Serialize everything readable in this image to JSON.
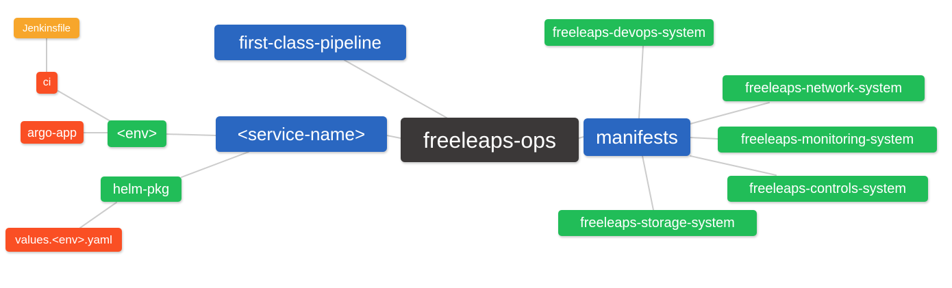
{
  "palette": {
    "background": "#FFFFFF",
    "text": "#FFFFFF",
    "edge": "#CCCCCC",
    "root": "#3B3838",
    "primary": "#2A67C1",
    "success": "#21BD58",
    "danger": "#FA4F24",
    "warning": "#F7A62B"
  },
  "diagram": {
    "type": "mindmap",
    "nodes": {
      "freeleaps_ops": {
        "label": "freeleaps-ops",
        "role": "root"
      },
      "first_class_pipeline": {
        "label": "first-class-pipeline",
        "role": "primary"
      },
      "service_name": {
        "label": "<service-name>",
        "role": "primary"
      },
      "manifests": {
        "label": "manifests",
        "role": "primary"
      },
      "env": {
        "label": "<env>",
        "role": "success"
      },
      "helm_pkg": {
        "label": "helm-pkg",
        "role": "success"
      },
      "ci": {
        "label": "ci",
        "role": "danger"
      },
      "argo_app": {
        "label": "argo-app",
        "role": "danger"
      },
      "jenkinsfile": {
        "label": "Jenkinsfile",
        "role": "warning"
      },
      "values_env_yaml": {
        "label": "values.<env>.yaml",
        "role": "danger"
      },
      "devops_system": {
        "label": "freeleaps-devops-system",
        "role": "success"
      },
      "network_system": {
        "label": "freeleaps-network-system",
        "role": "success"
      },
      "monitoring_system": {
        "label": "freeleaps-monitoring-system",
        "role": "success"
      },
      "controls_system": {
        "label": "freeleaps-controls-system",
        "role": "success"
      },
      "storage_system": {
        "label": "freeleaps-storage-system",
        "role": "success"
      }
    },
    "edges": [
      [
        "jenkinsfile",
        "ci"
      ],
      [
        "ci",
        "env"
      ],
      [
        "argo_app",
        "env"
      ],
      [
        "env",
        "service_name"
      ],
      [
        "helm_pkg",
        "service_name"
      ],
      [
        "values_env_yaml",
        "helm_pkg"
      ],
      [
        "first_class_pipeline",
        "freeleaps_ops"
      ],
      [
        "service_name",
        "freeleaps_ops"
      ],
      [
        "freeleaps_ops",
        "manifests"
      ],
      [
        "manifests",
        "devops_system"
      ],
      [
        "manifests",
        "network_system"
      ],
      [
        "manifests",
        "monitoring_system"
      ],
      [
        "manifests",
        "controls_system"
      ],
      [
        "manifests",
        "storage_system"
      ]
    ]
  }
}
